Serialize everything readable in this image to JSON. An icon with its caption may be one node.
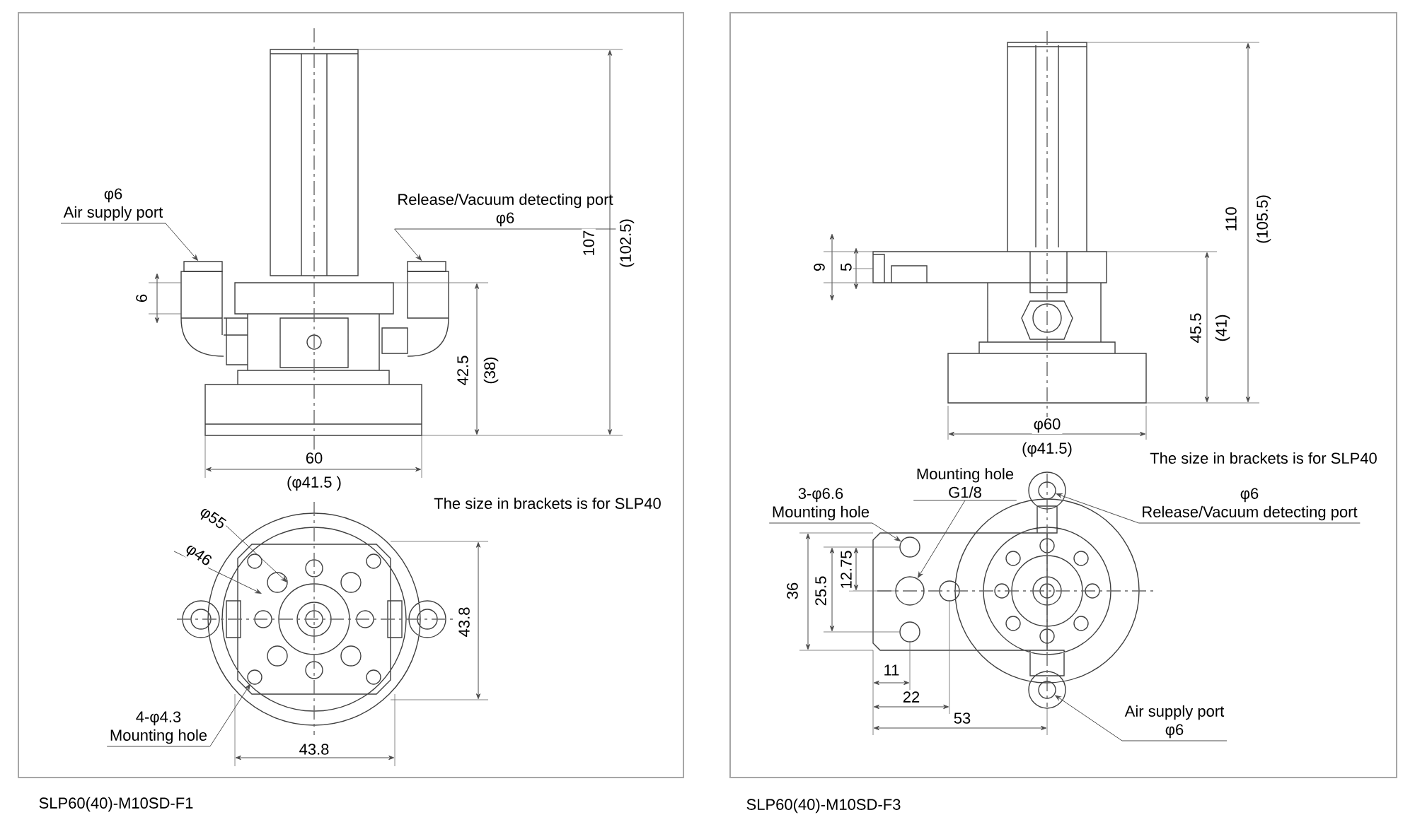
{
  "diagram": {
    "nodes": [
      {
        "text": [
          "φ6",
          "Air supply port"
        ]
      },
      {
        "text": [
          "Release/Vacuum detecting port",
          "φ6"
        ]
      },
      {
        "text": [
          "4-φ4.3",
          "Mounting hole"
        ]
      },
      {
        "text": [
          "3-φ6.6",
          "Mounting hole"
        ]
      },
      {
        "text": [
          "Mounting hole",
          "G1/8"
        ]
      },
      {
        "text": [
          "φ6",
          "Release/Vacuum detecting port"
        ]
      },
      {
        "text": [
          "Air supply port",
          "φ6"
        ]
      },
      {
        "text": [],
        "shape": "box"
      },
      {
        "text": [],
        "shape": "box"
      },
      {
        "text": [],
        "shape": "circle"
      },
      {
        "text": [],
        "shape": "circle"
      },
      {
        "text": [],
        "shape": "circle"
      },
      {
        "text": [],
        "shape": "circle"
      },
      {
        "text": [],
        "shape": "circle"
      }
    ],
    "edges": [
      {
        "from": 0,
        "to": 7,
        "arrow": "to"
      },
      {
        "from": 1,
        "to": 8,
        "arrow": "to"
      },
      {
        "from": 2,
        "to": 9,
        "arrow": "to"
      },
      {
        "from": 3,
        "to": 10,
        "arrow": "to"
      },
      {
        "from": 4,
        "to": 11,
        "arrow": "to"
      },
      {
        "from": 5,
        "to": 12,
        "arrow": "to"
      },
      {
        "from": 6,
        "to": 13,
        "arrow": "to"
      }
    ],
    "labels": [
      "6",
      "107",
      "(102.5)",
      "42.5",
      "(38)",
      "60",
      "(φ41.5 )",
      "The size in brackets is for SLP40",
      "φ55",
      "φ46",
      "43.8",
      "43.8",
      "SLP60(40)-M10SD-F1",
      "9",
      "5",
      "110",
      "(105.5)",
      "45.5",
      "(41)",
      "φ60",
      "(φ41.5)",
      "The size in brackets is for SLP40",
      "36",
      "25.5",
      "12.75",
      "11",
      "22",
      "53",
      "SLP60(40)-M10SD-F3"
    ]
  }
}
